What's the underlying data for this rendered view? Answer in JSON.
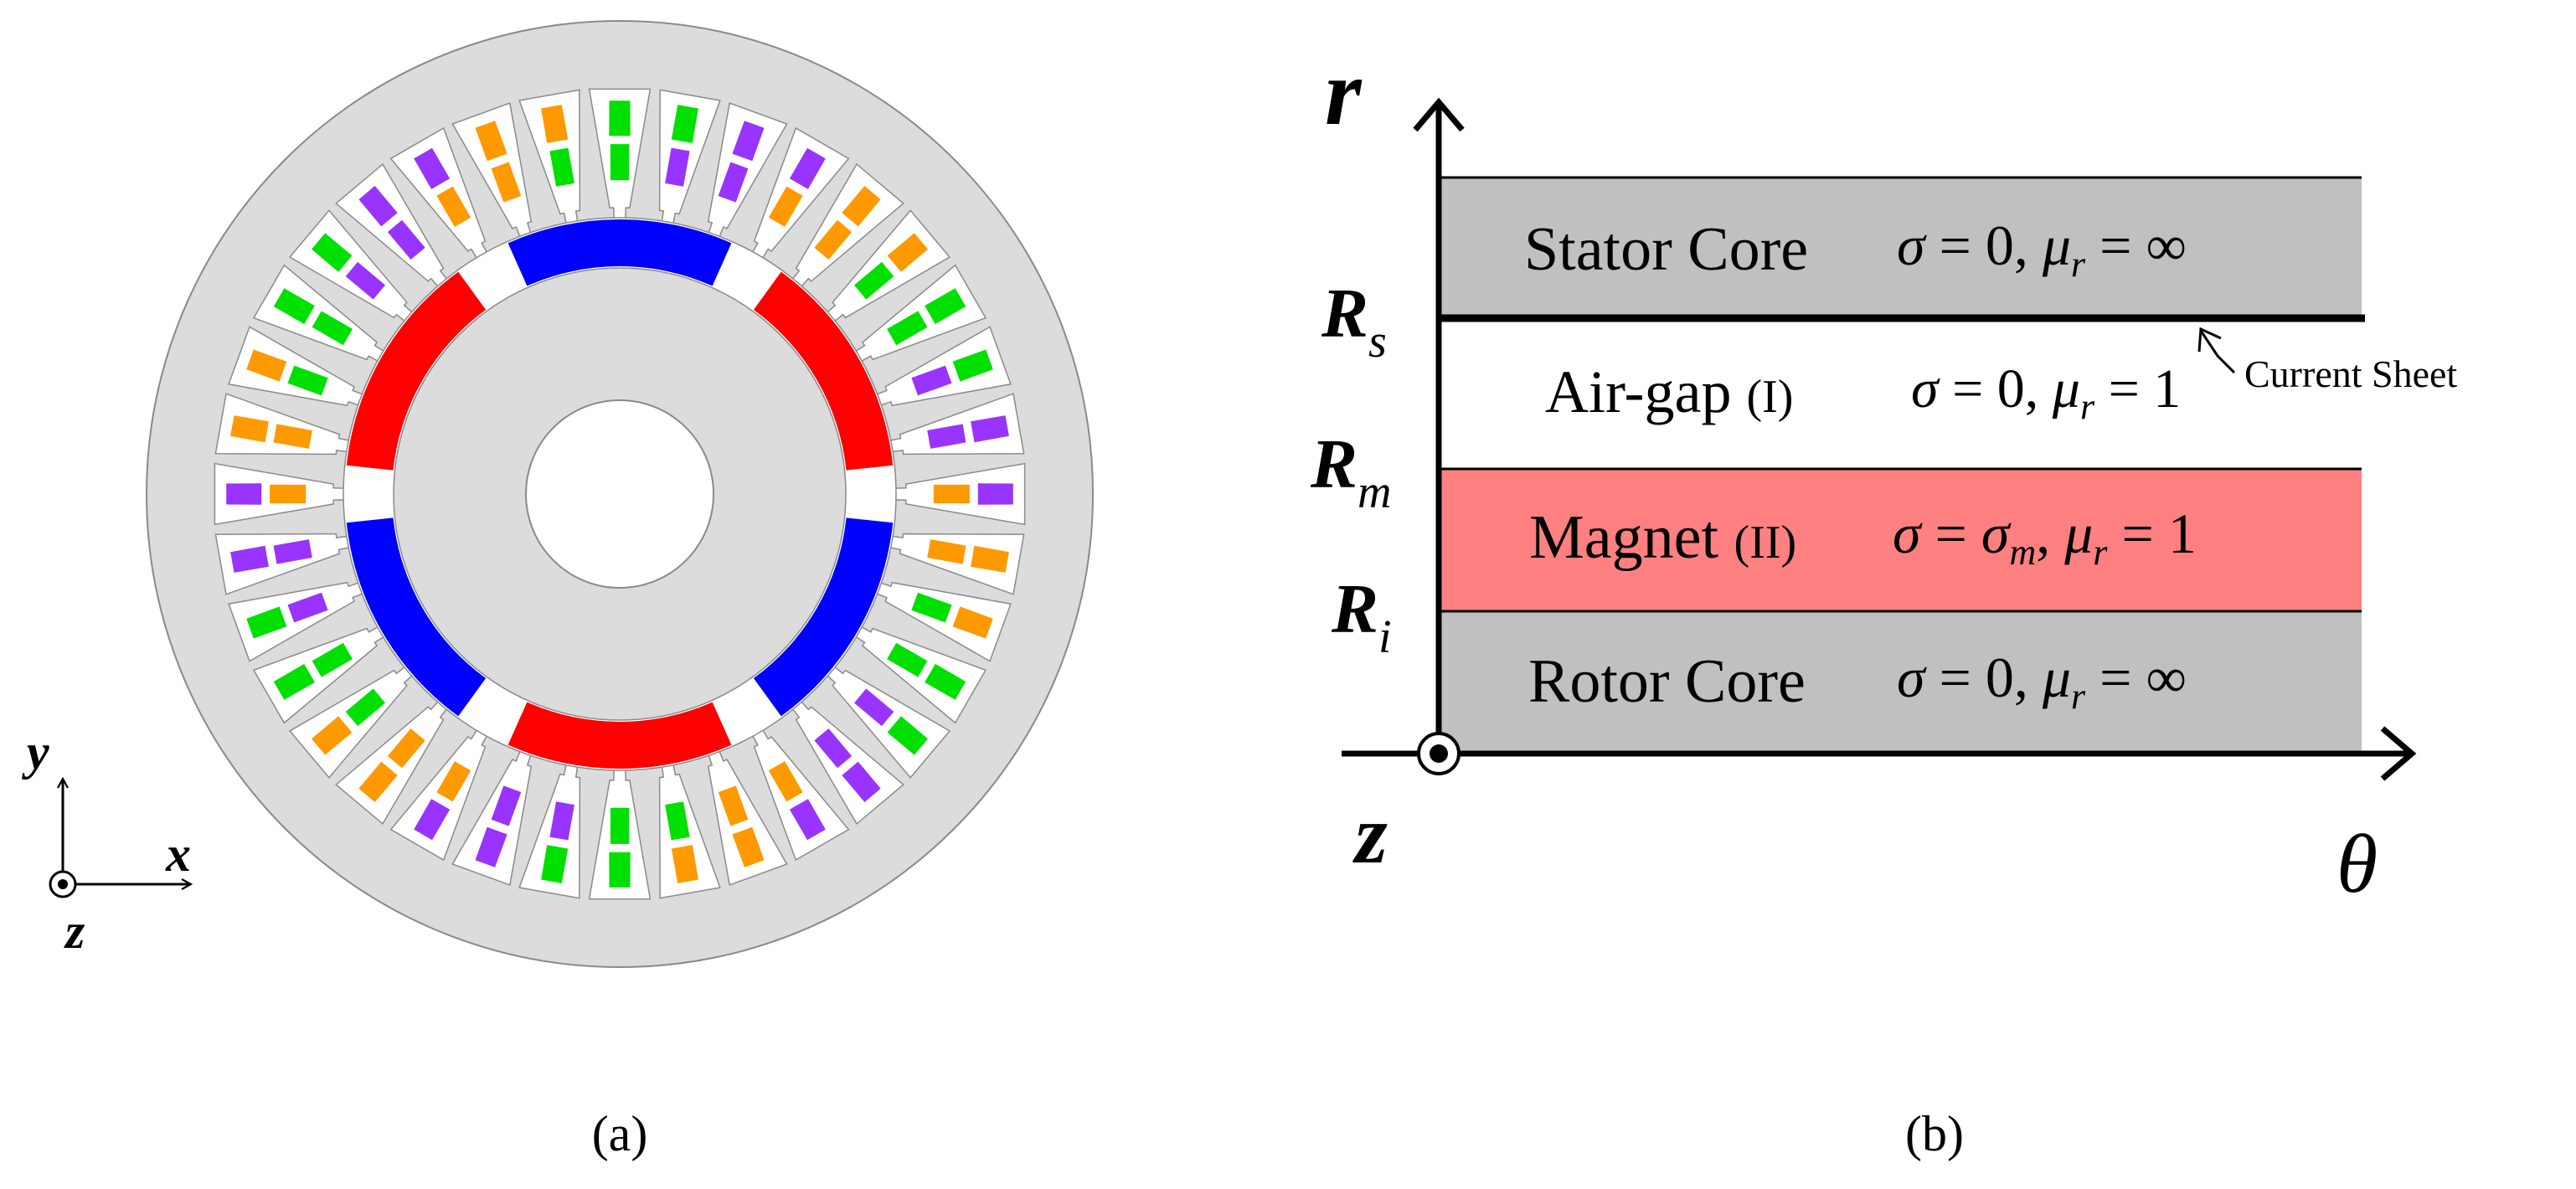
{
  "panel_a": {
    "caption": "(a)",
    "axes": {
      "x": "x",
      "y": "y",
      "z": "z"
    },
    "slot_count": 36,
    "pole_count": 6,
    "colors": {
      "stator": "#dcdcdc",
      "slot": "#ffffff",
      "outline": "#8a8a8a",
      "magnet_north": "#ff0000",
      "magnet_south": "#0000ff",
      "phase_a": "#00e000",
      "phase_b": "#ff9900",
      "phase_c": "#9933ff"
    }
  },
  "panel_b": {
    "caption": "(b)",
    "axis_r": "r",
    "axis_theta": "θ",
    "axis_z": "z",
    "annotation": "Current Sheet",
    "boundaries": {
      "Rs": {
        "main": "R",
        "sub": "s"
      },
      "Rm": {
        "main": "R",
        "sub": "m"
      },
      "Ri": {
        "main": "R",
        "sub": "i"
      }
    },
    "regions": [
      {
        "name": "Stator Core",
        "tag": "",
        "sigma": "0",
        "mu": "∞",
        "fill": "#c0c0c0"
      },
      {
        "name": "Air-gap",
        "tag": "(I)",
        "sigma": "0",
        "mu": "1",
        "fill": "#ffffff"
      },
      {
        "name": "Magnet",
        "tag": "(II)",
        "sigma": "σm",
        "mu": "1",
        "fill": "#ff8080"
      },
      {
        "name": "Rotor Core",
        "tag": "",
        "sigma": "0",
        "mu": "∞",
        "fill": "#c0c0c0"
      }
    ]
  }
}
